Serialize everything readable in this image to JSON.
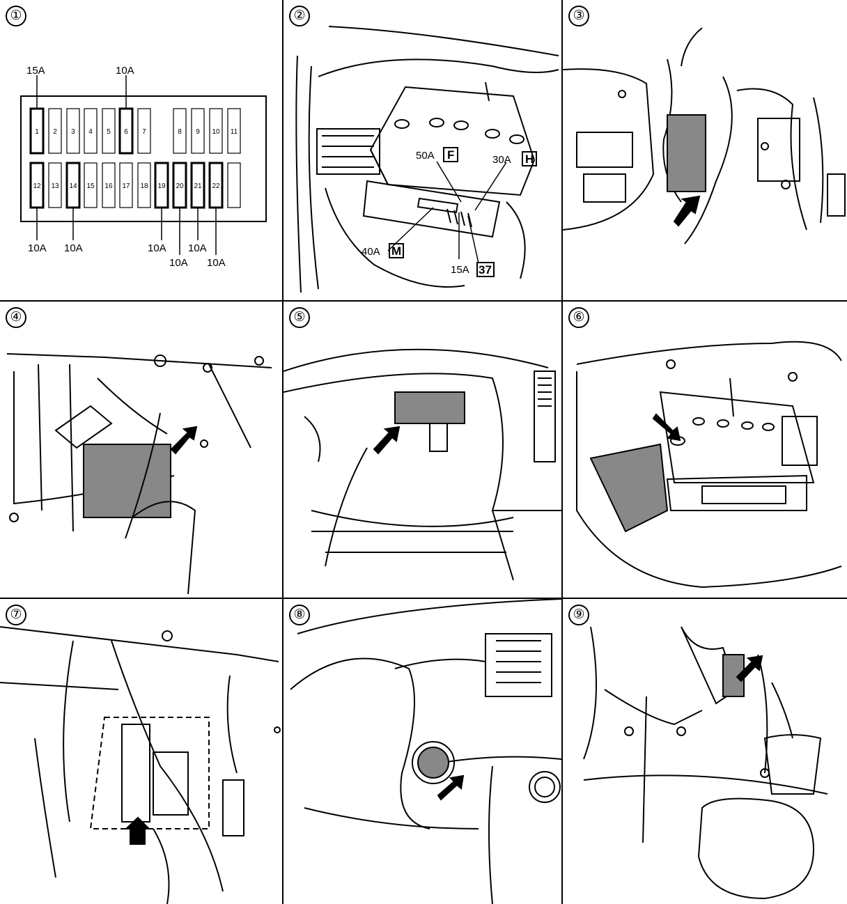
{
  "panels": [
    {
      "num": "①"
    },
    {
      "num": "②"
    },
    {
      "num": "③"
    },
    {
      "num": "④"
    },
    {
      "num": "⑤"
    },
    {
      "num": "⑥"
    },
    {
      "num": "⑦"
    },
    {
      "num": "⑧"
    },
    {
      "num": "⑨"
    }
  ],
  "fuse_panel": {
    "top_row": [
      "1",
      "2",
      "3",
      "4",
      "5",
      "6",
      "7",
      "8",
      "9",
      "10",
      "11"
    ],
    "bottom_row": [
      "12",
      "13",
      "14",
      "15",
      "16",
      "17",
      "18",
      "19",
      "20",
      "21",
      "22"
    ],
    "labels": {
      "f1": "15A",
      "f6": "10A",
      "f12": "10A",
      "f14": "10A",
      "f19": "10A",
      "f20": "10A",
      "f21": "10A",
      "f22": "10A"
    }
  },
  "battery_fuses": {
    "f50": "50A",
    "f50_box": "F",
    "f30": "30A",
    "f30_box": "H",
    "f40": "40A",
    "f40_box": "M",
    "f15": "15A",
    "f15_box": "37"
  },
  "colors": {
    "line": "#000000",
    "shade": "#888888",
    "bg": "#ffffff"
  }
}
